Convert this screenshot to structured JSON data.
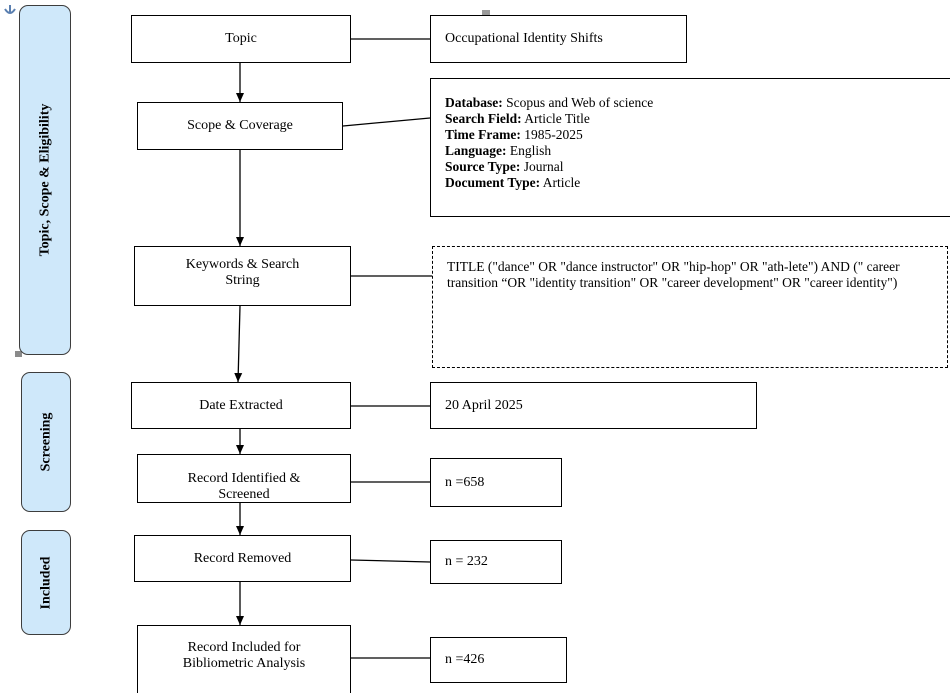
{
  "side_labels": {
    "topic_scope": "Topic, Scope & Eligibility",
    "screening": "Screening",
    "included": "Included"
  },
  "steps": {
    "topic": "Topic",
    "scope": "Scope & Coverage",
    "keywords": "Keywords & Search String",
    "date": "Date Extracted",
    "identified": "Record Identified & Screened",
    "removed": "Record Removed",
    "included": "Record Included for Bibliometric Analysis"
  },
  "details": {
    "topic": "Occupational Identity Shifts",
    "scope": [
      {
        "label": "Database:",
        "value": " Scopus and Web of science"
      },
      {
        "label": "Search Field:",
        "value": " Article Title"
      },
      {
        "label": "Time Frame:",
        "value": " 1985-2025"
      },
      {
        "label": "Language:",
        "value": " English"
      },
      {
        "label": "Source Type:",
        "value": " Journal"
      },
      {
        "label": "Document Type:",
        "value": " Article"
      }
    ],
    "keywords": "TITLE (\"dance\" OR \"dance instructor\" OR \"hip-hop\" OR \"ath-lete\") AND (\" career transition “OR \"identity transition\" OR \"career development\" OR \"career identity\")",
    "date": "20 April 2025",
    "identified": "n =658",
    "removed": "n = 232",
    "included": "n =426"
  },
  "colors": {
    "side_fill": "#cfe8fa",
    "side_border": "#3d3d3d",
    "line": "#000000"
  }
}
